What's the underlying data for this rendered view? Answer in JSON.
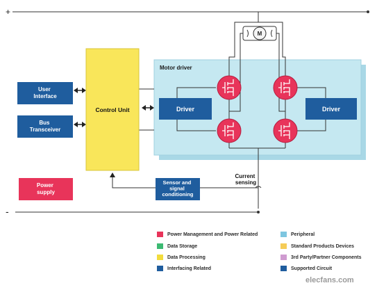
{
  "blocks": {
    "user_interface": "User\nInterface",
    "bus_transceiver": "Bus\nTransceiver",
    "control_unit": "Control Unit",
    "power_supply": "Power\nsupply",
    "motor_driver_title": "Motor driver",
    "driver_left": "Driver",
    "driver_right": "Driver",
    "sensor": "Sensor and\nsignal\nconditioning",
    "current_sensing": "Current\nsensing",
    "motor_symbol": "M"
  },
  "rails": {
    "plus": "+",
    "minus": "-"
  },
  "legend": [
    {
      "label": "Power Management and Power Related",
      "color": "#e8345a"
    },
    {
      "label": "Data Storage",
      "color": "#3cba72"
    },
    {
      "label": "Data Processing",
      "color": "#f2dc3c"
    },
    {
      "label": "Interfacing Related",
      "color": "#1f5d9e"
    },
    {
      "label": "Peripheral",
      "color": "#7ec6e0"
    },
    {
      "label": "Standard Products Devices",
      "color": "#f5cc58"
    },
    {
      "label": "3rd Party/Partner Components",
      "color": "#cf9bd0"
    },
    {
      "label": "Supported Circuit",
      "color": "#1f5d9e"
    }
  ],
  "watermark": "elecfans.com",
  "colors": {
    "interface_blue": "#1f5d9e",
    "control_yellow": "#f9e65a",
    "power_red": "#e8345a",
    "motor_panel": "#bfe5ef",
    "mosfet_red": "#e8345a"
  }
}
